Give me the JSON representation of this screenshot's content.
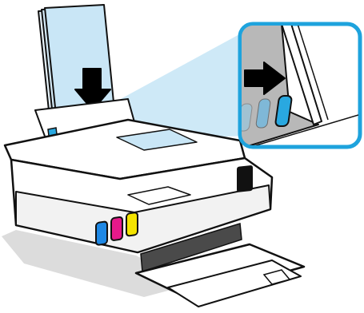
{
  "illustration": {
    "subject": "printer-paper-loading",
    "colors": {
      "outline": "#111111",
      "paper_blue": "#c9e6f6",
      "highlight_blue": "#29a8e0",
      "callout_border": "#1ea3dd",
      "cyan_ink": "#1e88e5",
      "magenta_ink": "#e6198a",
      "yellow_ink": "#f4e400",
      "body_white": "#ffffff",
      "body_grey": "#dcdcdc",
      "slot_dark": "#4a4a4a",
      "arrow_black": "#000000"
    },
    "ink_tanks": [
      "cyan",
      "magenta",
      "yellow"
    ],
    "icons": {
      "down_arrow": "arrow-down-icon",
      "right_arrow": "arrow-right-icon"
    }
  }
}
